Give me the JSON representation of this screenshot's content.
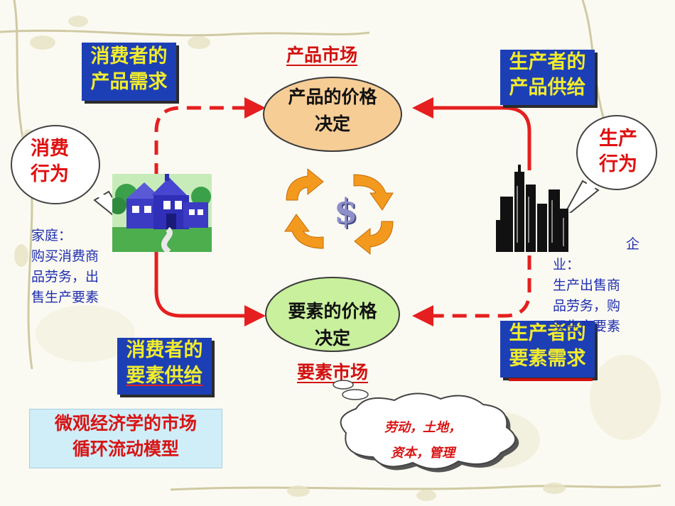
{
  "product_market": {
    "title": "产品市场",
    "oval_line1": "产品的价格",
    "oval_line2": "决定"
  },
  "factor_market": {
    "title": "要素市场",
    "oval_line1": "要素的价格",
    "oval_line2": "决定"
  },
  "labels": {
    "consumer_product_demand": [
      "消费者的",
      "产品需求"
    ],
    "producer_product_supply": [
      "生产者的",
      "产品供给"
    ],
    "consumer_factor_supply": [
      "消费者的",
      "要素供给"
    ],
    "producer_factor_demand": [
      "生产者的",
      "要素需求"
    ]
  },
  "bubbles": {
    "consumption": [
      "消费",
      "行为"
    ],
    "production": [
      "生产",
      "行为"
    ]
  },
  "household": {
    "lines": [
      "家庭：",
      "购买消费商",
      "品劳务，出",
      "售生产要素"
    ]
  },
  "firm": {
    "lines": [
      "企",
      "业：",
      "生产出售商",
      "品劳务，购",
      "买生产要素"
    ]
  },
  "center_symbol": "$",
  "model_title": [
    "微观经济学的市场",
    "循环流动模型"
  ],
  "cloud": [
    "劳动，土地，",
    "资本，管理"
  ],
  "colors": {
    "flow_red": "#e51f1f",
    "label_blue": "#1d3fb5",
    "label_yellow": "#f1ec2c",
    "product_oval": "#f6cd95",
    "factor_oval": "#c9f09c",
    "cycle_orange": "#f39a1e"
  }
}
